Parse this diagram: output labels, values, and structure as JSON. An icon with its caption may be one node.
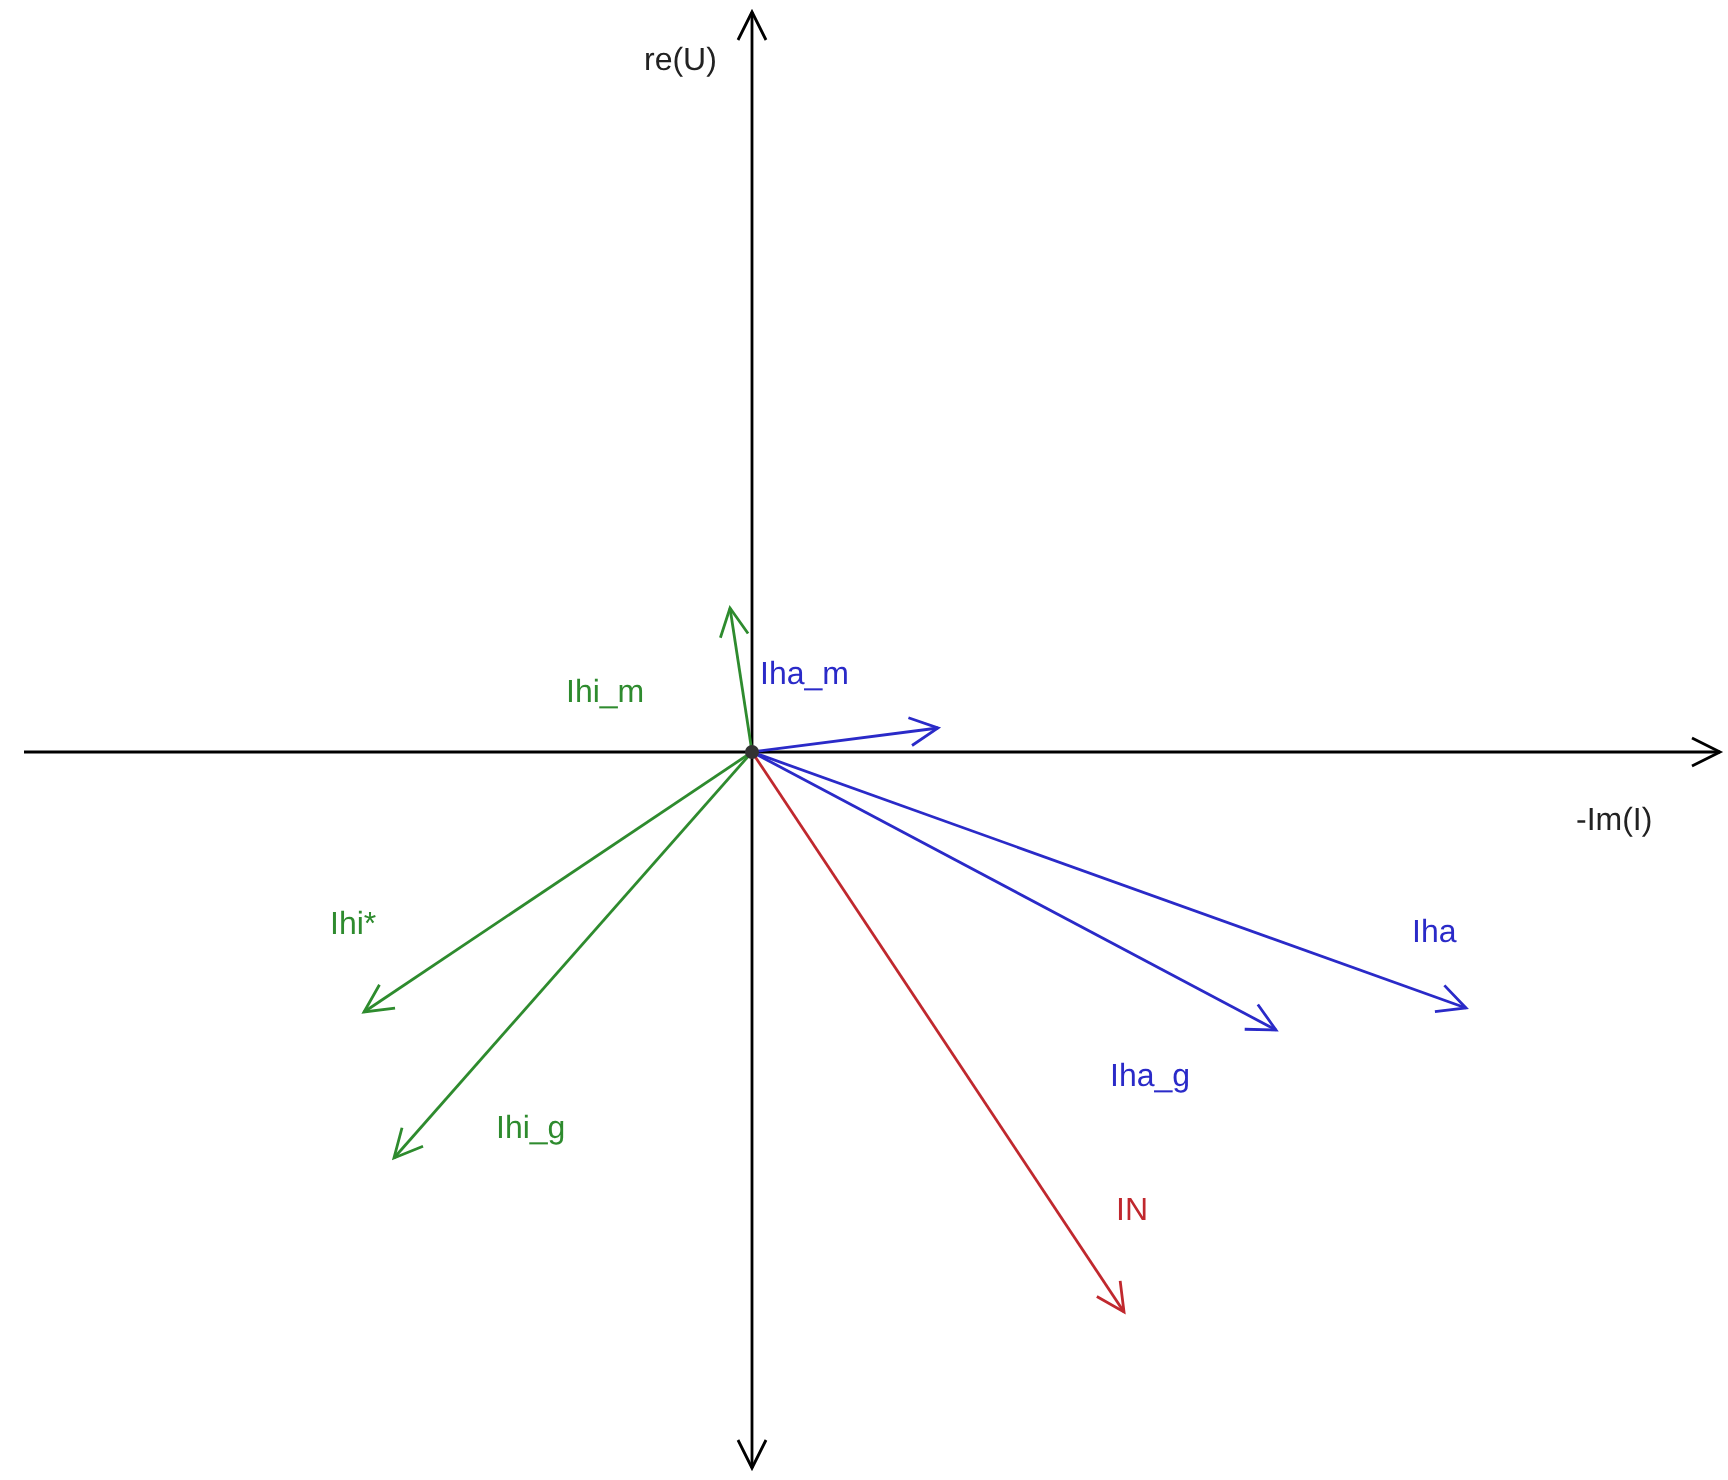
{
  "diagram": {
    "labels": [
      "re(U)",
      "Ihi_m",
      "Iha_m",
      "-Im(I)",
      "Ihi*",
      "Iha",
      "Iha_g",
      "Ihi_g",
      "IN"
    ]
  }
}
